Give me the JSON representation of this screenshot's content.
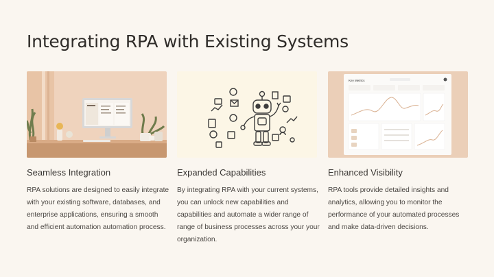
{
  "slide": {
    "title": "Integrating RPA with Existing Systems"
  },
  "cards": [
    {
      "heading": "Seamless Integration",
      "text": "RPA solutions are designed to easily integrate with your existing software, databases, and enterprise applications, ensuring a smooth and efficient automation automation process.",
      "image_icon": "desktop-monitor-workspace"
    },
    {
      "heading": "Expanded Capabilities",
      "text": "By integrating RPA with your current systems, you can unlock new capabilities and capabilities and automate a wider range of range of business processes across your your organization.",
      "image_icon": "robot-illustration"
    },
    {
      "heading": "Enhanced Visibility",
      "text": "RPA tools provide detailed insights and analytics, allowing you to monitor the performance of your automated processes and make data-driven decisions.",
      "image_icon": "metrics-dashboard",
      "dashboard_title": "Key Metrics"
    }
  ],
  "colors": {
    "background": "#faf6f0",
    "title": "#2f2c29",
    "text": "#4a4642"
  }
}
